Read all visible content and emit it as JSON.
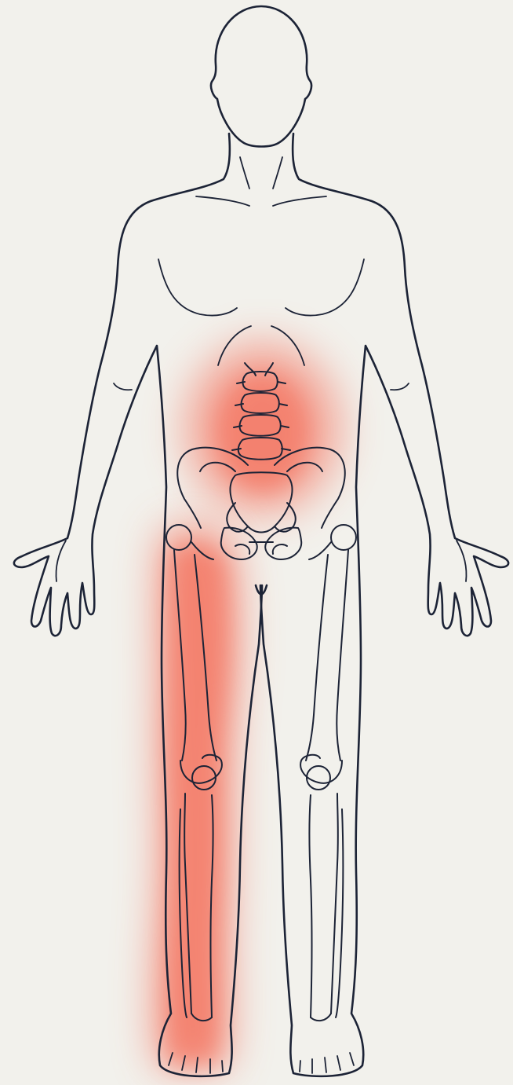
{
  "diagram": {
    "figure": "human-body-front",
    "skeleton_parts": [
      "lumbar-spine",
      "pelvis",
      "left-femur",
      "left-tibia",
      "left-fibula",
      "right-femur",
      "right-tibia",
      "right-fibula",
      "kneecaps"
    ],
    "highlighted_regions": [
      "lower-back",
      "left-leg"
    ]
  },
  "colors": {
    "background": "#f2f1ec",
    "outline": "#1c2336",
    "highlight": "#f46a55"
  }
}
